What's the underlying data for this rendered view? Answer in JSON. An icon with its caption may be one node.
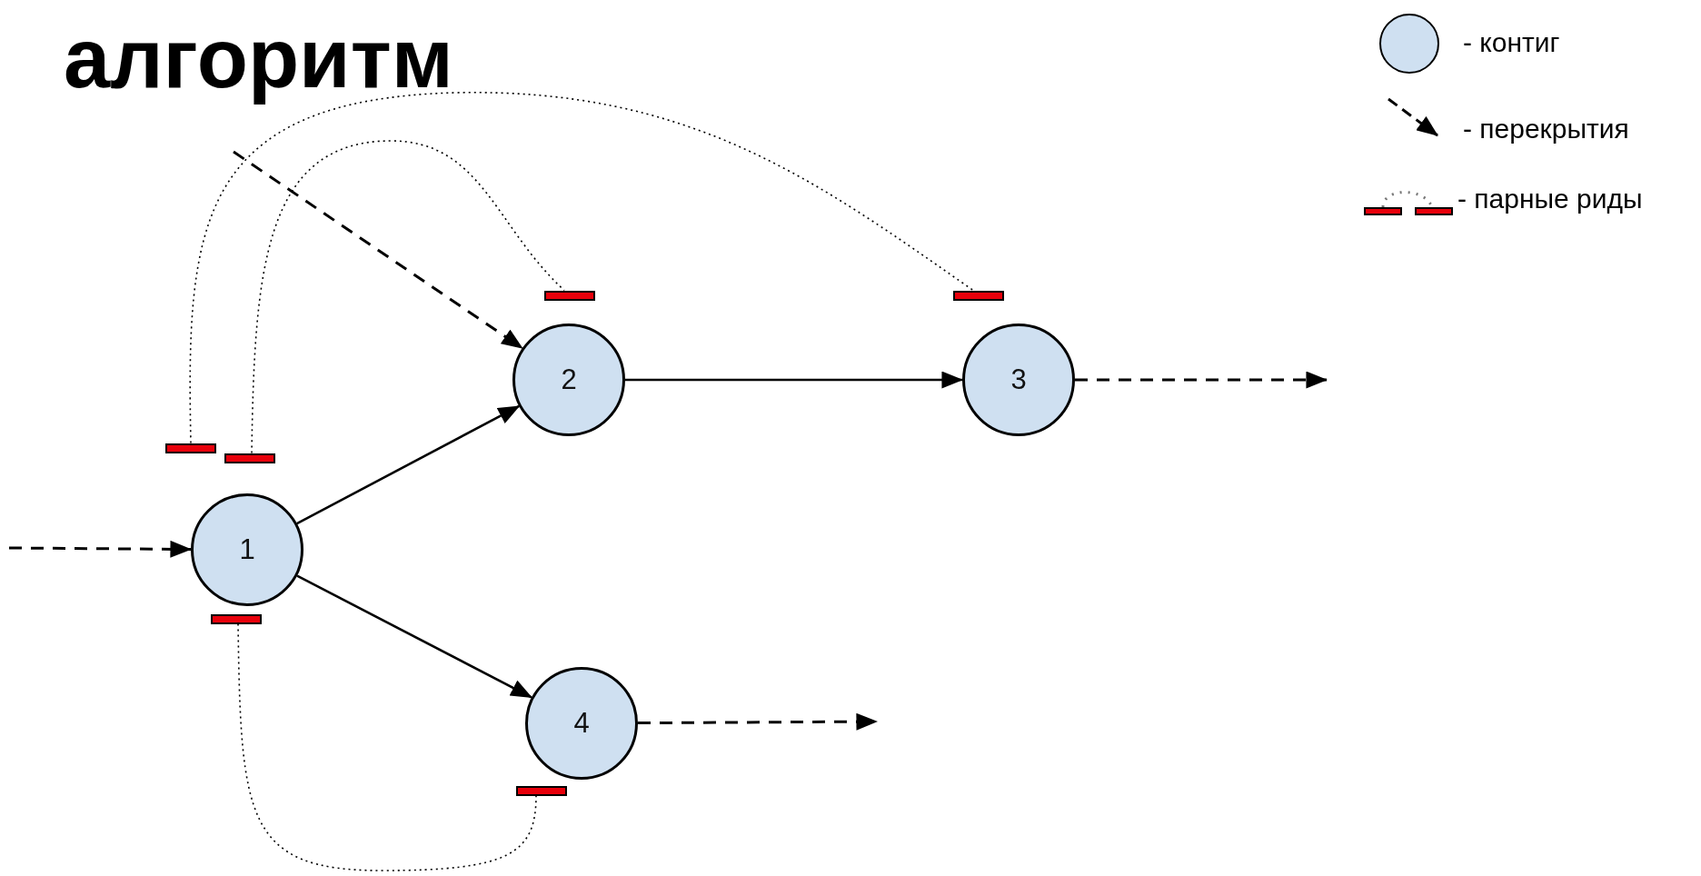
{
  "diagram": {
    "title": "алгоритм",
    "nodes": [
      {
        "text": [
          "1"
        ]
      },
      {
        "text": [
          "2"
        ]
      },
      {
        "text": [
          "3"
        ]
      },
      {
        "text": [
          "4"
        ]
      },
      {
        "text": [],
        "shape": "bar"
      },
      {
        "text": [],
        "shape": "bar"
      },
      {
        "text": [],
        "shape": "bar"
      },
      {
        "text": [],
        "shape": "bar"
      },
      {
        "text": [],
        "shape": "bar"
      },
      {
        "text": [],
        "shape": "bar"
      }
    ],
    "edges": [
      {
        "from": null,
        "to": 0,
        "arrow": "to",
        "style": "dashed"
      },
      {
        "from": null,
        "to": 1,
        "arrow": "to",
        "style": "dashed"
      },
      {
        "from": 0,
        "to": 1,
        "arrow": "to"
      },
      {
        "from": 1,
        "to": 2,
        "arrow": "to"
      },
      {
        "from": 0,
        "to": 3,
        "arrow": "to"
      },
      {
        "from": 2,
        "to": null,
        "arrow": "to",
        "style": "dashed"
      },
      {
        "from": 3,
        "to": null,
        "arrow": "to",
        "style": "dashed"
      },
      {
        "from": 4,
        "to": 7,
        "arrow": "none",
        "style": "dashed"
      },
      {
        "from": 5,
        "to": 6,
        "arrow": "none",
        "style": "dashed"
      },
      {
        "from": 8,
        "to": 9,
        "arrow": "none",
        "style": "dashed"
      }
    ],
    "legend": [
      {
        "text": "- контиг"
      },
      {
        "text": "- перекрытия"
      },
      {
        "text": "- парные риды"
      }
    ]
  }
}
